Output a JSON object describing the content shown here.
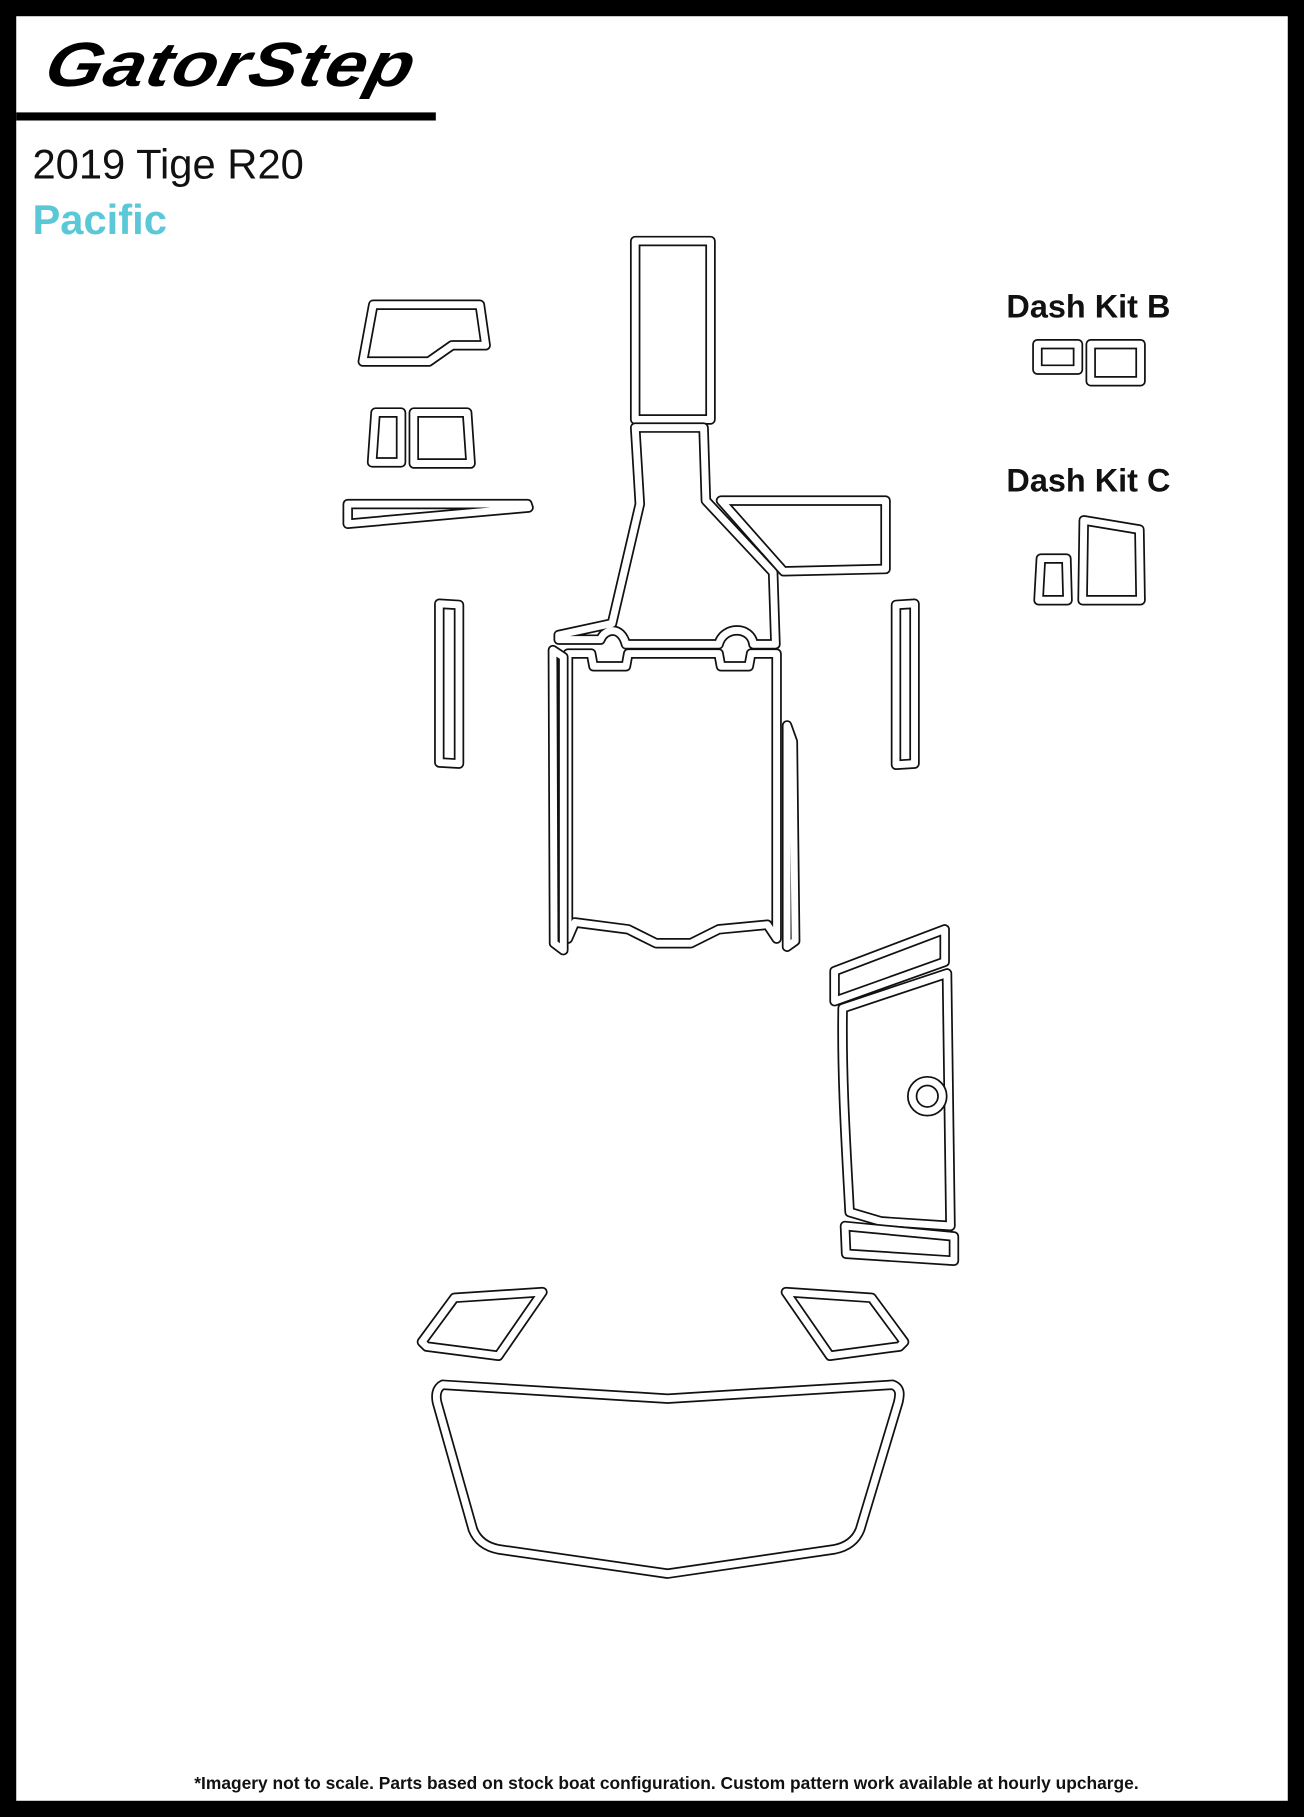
{
  "brand": {
    "logo_text": "GatorStep"
  },
  "header": {
    "model": "2019 Tige R20",
    "color_name": "Pacific"
  },
  "colors": {
    "accent": "#5bc8d8",
    "frame": "#000000",
    "outline": "#111111"
  },
  "labels": {
    "dash_kit_b": "Dash Kit B",
    "dash_kit_c": "Dash Kit C"
  },
  "footer": {
    "disclaimer": "*Imagery not to scale. Parts based on stock boat configuration. Custom pattern work available at hourly upcharge."
  }
}
